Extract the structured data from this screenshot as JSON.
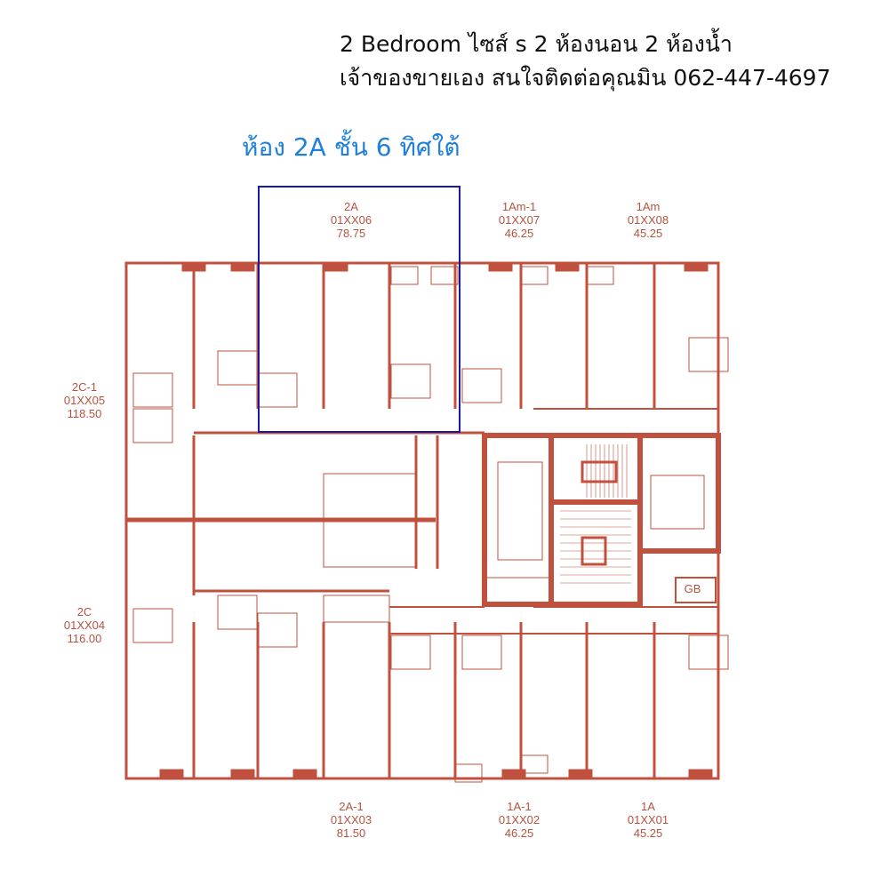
{
  "header": {
    "line1": "2 Bedroom ไซส์ s 2 ห้องนอน 2 ห้องน้ำ",
    "line2": "เจ้าของขายเอง สนใจติดต่อคุณมิน 062-447-4697",
    "highlight": "ห้อง 2A ชั้น 6 ทิศใต้"
  },
  "colors": {
    "wall": "#c0513f",
    "label": "#b4533f",
    "highlight_box": "#1a1aa0",
    "highlight_text": "#1e80dc"
  },
  "units": [
    {
      "type": "2A",
      "code": "01XX06",
      "area": "78.75"
    },
    {
      "type": "1Am-1",
      "code": "01XX07",
      "area": "46.25"
    },
    {
      "type": "1Am",
      "code": "01XX08",
      "area": "45.25"
    },
    {
      "type": "2C-1",
      "code": "01XX05",
      "area": "118.50"
    },
    {
      "type": "2C",
      "code": "01XX04",
      "area": "116.00"
    },
    {
      "type": "2A-1",
      "code": "01XX03",
      "area": "81.50"
    },
    {
      "type": "1A-1",
      "code": "01XX02",
      "area": "46.25"
    },
    {
      "type": "1A",
      "code": "01XX01",
      "area": "45.25"
    }
  ],
  "core": {
    "garbage_label": "GB"
  }
}
